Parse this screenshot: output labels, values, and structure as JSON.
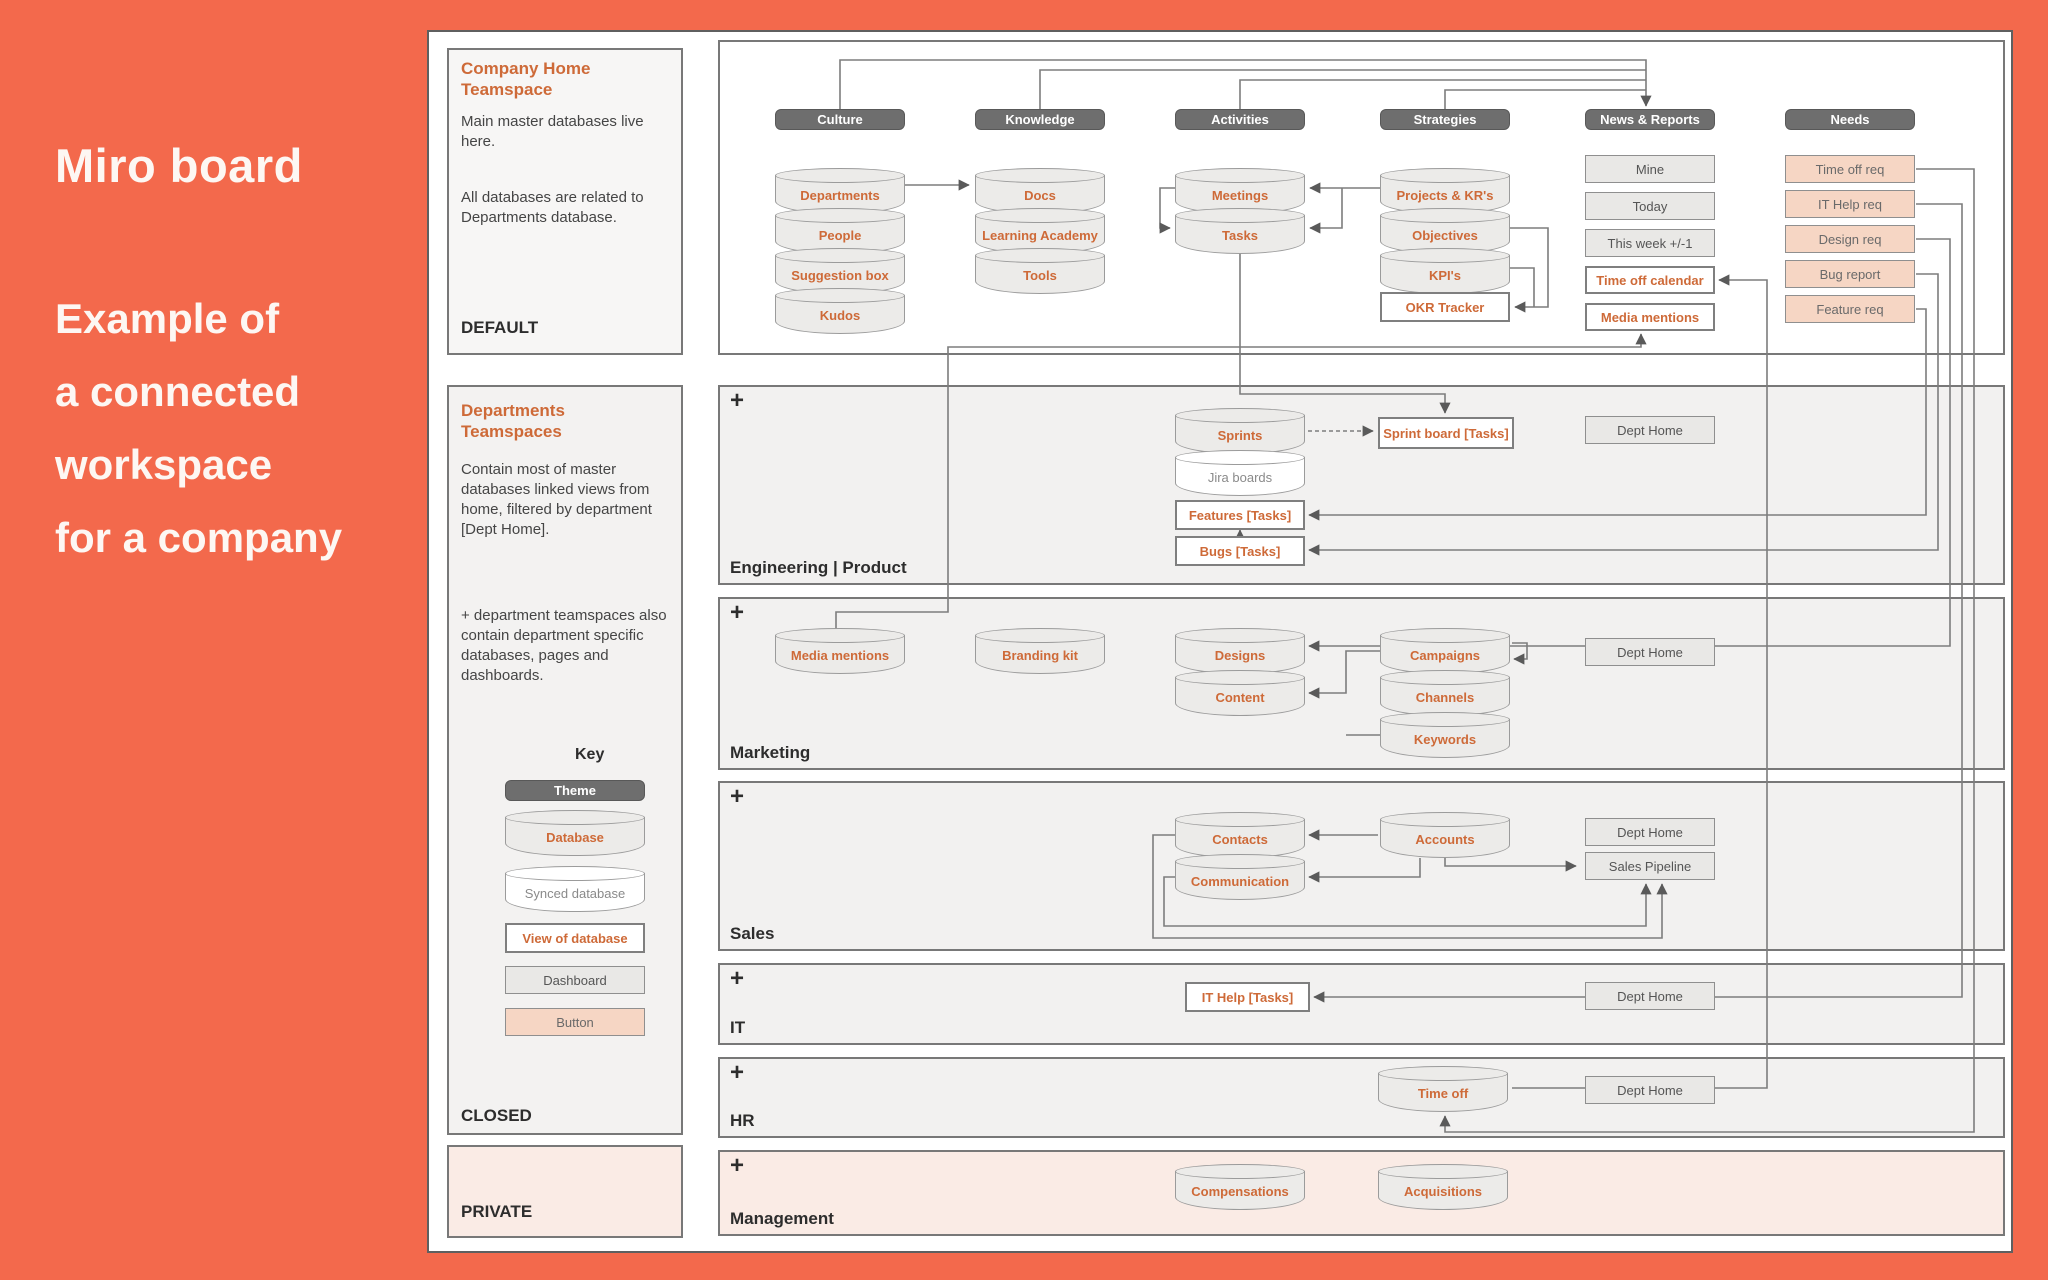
{
  "colors": {
    "background": "#F3694C",
    "accent_orange": "#CE6A38",
    "theme_fill": "#6E6E6E",
    "button_fill": "#F6D6C4",
    "frame_fill": "#F2F1F0",
    "private_fill": "#FAEBE5"
  },
  "intro": {
    "title": "Miro board",
    "line1": "Example of",
    "line2": "a connected",
    "line3": "workspace",
    "line4": "for a company"
  },
  "left": {
    "company_home": {
      "title": "Company Home Teamspace",
      "body1": "Main master databases live here.",
      "body2": "All databases are related to Departments database.",
      "footer": "DEFAULT"
    },
    "departments": {
      "title": "Departments Teamspaces",
      "body1": "Contain most of master databases linked views from home, filtered by department [Dept Home].",
      "body2": "+ department teamspaces also contain department specific databases, pages and dashboards.",
      "key_title": "Key",
      "key_theme": "Theme",
      "key_database": "Database",
      "key_synced": "Synced database",
      "key_view": "View of database",
      "key_dashboard": "Dashboard",
      "key_button": "Button",
      "footer": "CLOSED"
    },
    "private_label": "PRIVATE"
  },
  "canvas": {
    "headers": [
      "Culture",
      "Knowledge",
      "Activities",
      "Strategies",
      "News & Reports",
      "Needs"
    ],
    "culture": [
      "Departments",
      "People",
      "Suggestion box",
      "Kudos"
    ],
    "knowledge": [
      "Docs",
      "Learning Academy",
      "Tools"
    ],
    "activities": [
      "Meetings",
      "Tasks"
    ],
    "strategies": [
      "Projects & KR's",
      "Objectives",
      "KPI's"
    ],
    "strategies_view": "OKR Tracker",
    "news": {
      "dashboards": [
        "Mine",
        "Today",
        "This week +/-1"
      ],
      "views": [
        "Time off calendar",
        "Media mentions"
      ]
    },
    "needs": [
      "Time off req",
      "IT Help req",
      "Design req",
      "Bug report",
      "Feature req"
    ]
  },
  "rows": {
    "engineering": {
      "plus": "+",
      "label": "Engineering | Product",
      "sprints": "Sprints",
      "jira": "Jira boards",
      "features": "Features [Tasks]",
      "bugs": "Bugs [Tasks]",
      "sprint_board": "Sprint board [Tasks]",
      "dept_home": "Dept Home"
    },
    "marketing": {
      "plus": "+",
      "label": "Marketing",
      "media": "Media mentions",
      "branding": "Branding kit",
      "designs": "Designs",
      "content": "Content",
      "campaigns": "Campaigns",
      "channels": "Channels",
      "keywords": "Keywords",
      "dept_home": "Dept Home"
    },
    "sales": {
      "plus": "+",
      "label": "Sales",
      "contacts": "Contacts",
      "communication": "Communication",
      "accounts": "Accounts",
      "dept_home": "Dept Home",
      "pipeline": "Sales Pipeline"
    },
    "it": {
      "plus": "+",
      "label": "IT",
      "it_help": "IT Help [Tasks]",
      "dept_home": "Dept Home"
    },
    "hr": {
      "plus": "+",
      "label": "HR",
      "time_off": "Time off",
      "dept_home": "Dept Home"
    },
    "management": {
      "plus": "+",
      "label": "Management",
      "compensations": "Compensations",
      "acquisitions": "Acquisitions"
    }
  }
}
